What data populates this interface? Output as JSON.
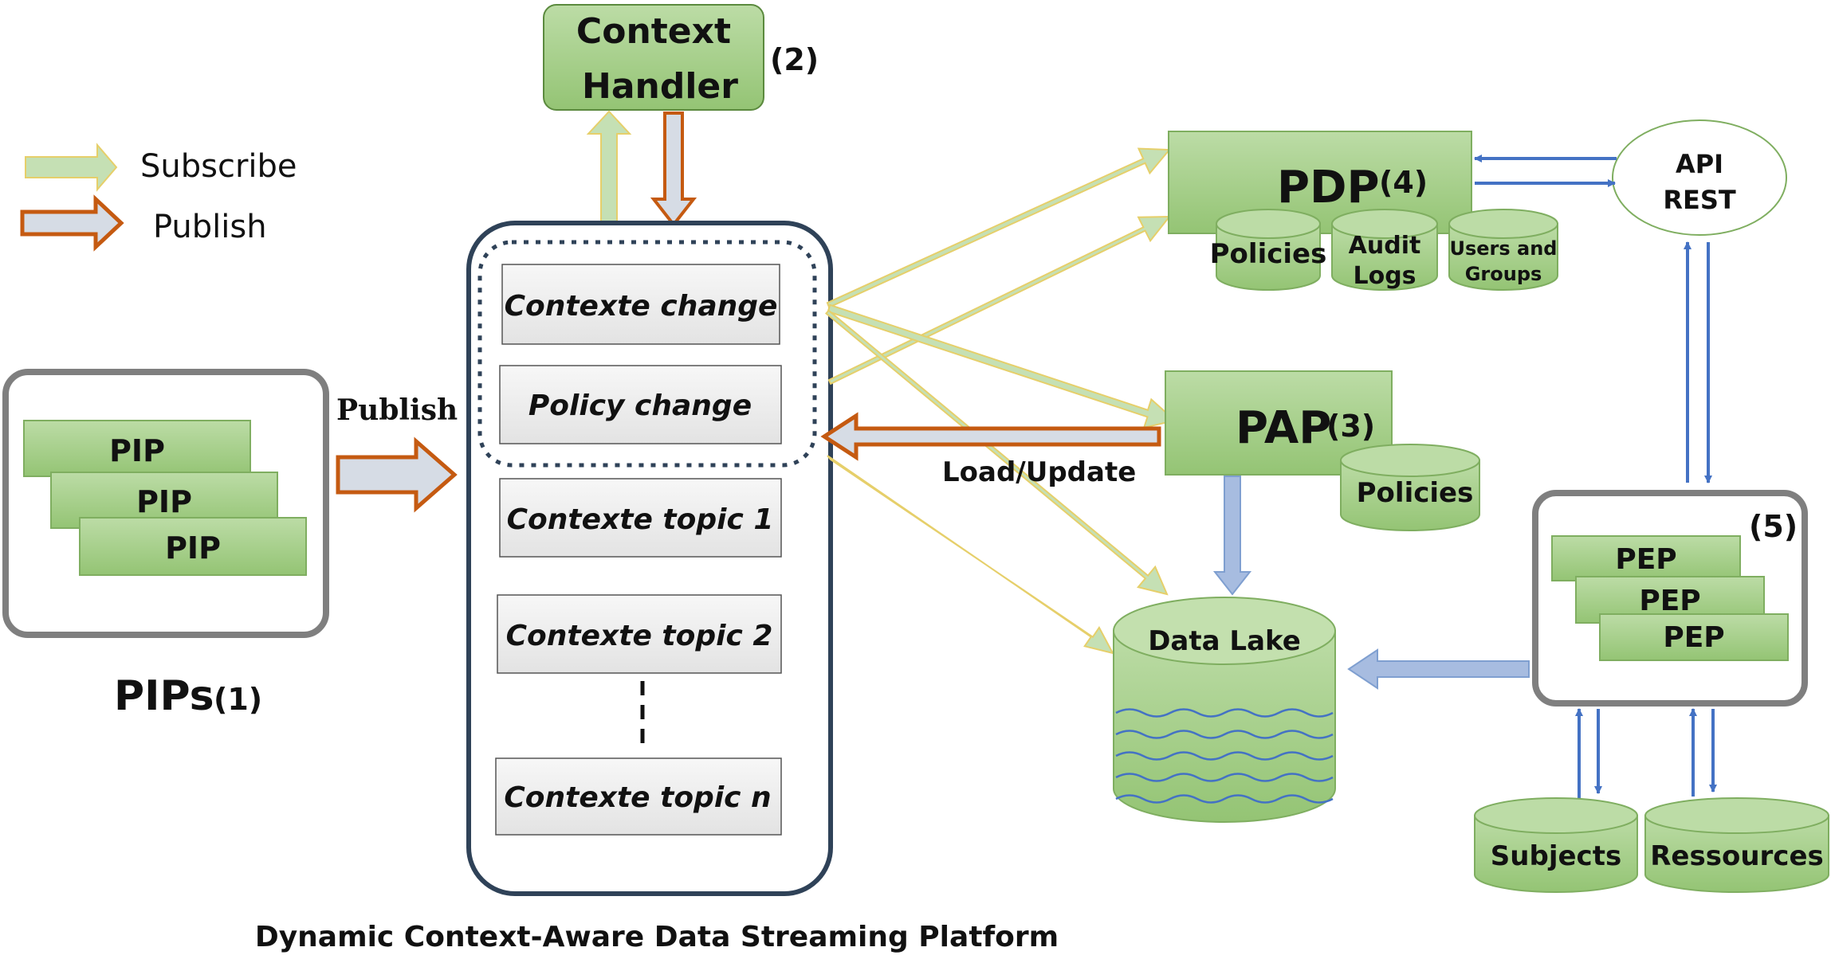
{
  "legend": {
    "subscribe_label": "Subscribe",
    "publish_label": "Publish"
  },
  "context_handler": {
    "title_line1": "Context",
    "title_line2": "Handler",
    "number": "(2)"
  },
  "pips": {
    "items": [
      "PIP",
      "PIP",
      "PIP"
    ],
    "caption": "PIPs",
    "number": "(1)",
    "publish_arrow_label": "Publish"
  },
  "platform": {
    "topics": [
      "Contexte change",
      "Policy change",
      "Contexte topic 1",
      "Contexte topic 2",
      "Contexte topic n"
    ],
    "caption": "Dynamic Context-Aware Data Streaming Platform"
  },
  "pdp": {
    "title": "PDP",
    "number": "(4)",
    "stores": {
      "policies": "Policies",
      "audit_line1": "Audit",
      "audit_line2": "Logs",
      "users_line1": "Users and",
      "users_line2": "Groups"
    }
  },
  "api": {
    "line1": "API",
    "line2": "REST"
  },
  "pap": {
    "title": "PAP",
    "number": "(3)",
    "policies": "Policies",
    "load_label": "Load/Update"
  },
  "data_lake": {
    "label": "Data Lake"
  },
  "peps": {
    "items": [
      "PEP",
      "PEP",
      "PEP"
    ],
    "number": "(5)"
  },
  "stores": {
    "subjects": "Subjects",
    "resources": "Ressources"
  },
  "colors": {
    "green_fill": "#a9d08e",
    "green_border": "#7fae60",
    "subscribe_fill": "#c5e0b4",
    "subscribe_border": "#e6cf6a",
    "publish_fill": "#d6dce5",
    "publish_border": "#c55a11",
    "platform_border": "#2f4258",
    "blue_arrow": "#4472c4",
    "light_blue_arrow": "#a7bce0",
    "grey_border": "#7f7f7f"
  }
}
